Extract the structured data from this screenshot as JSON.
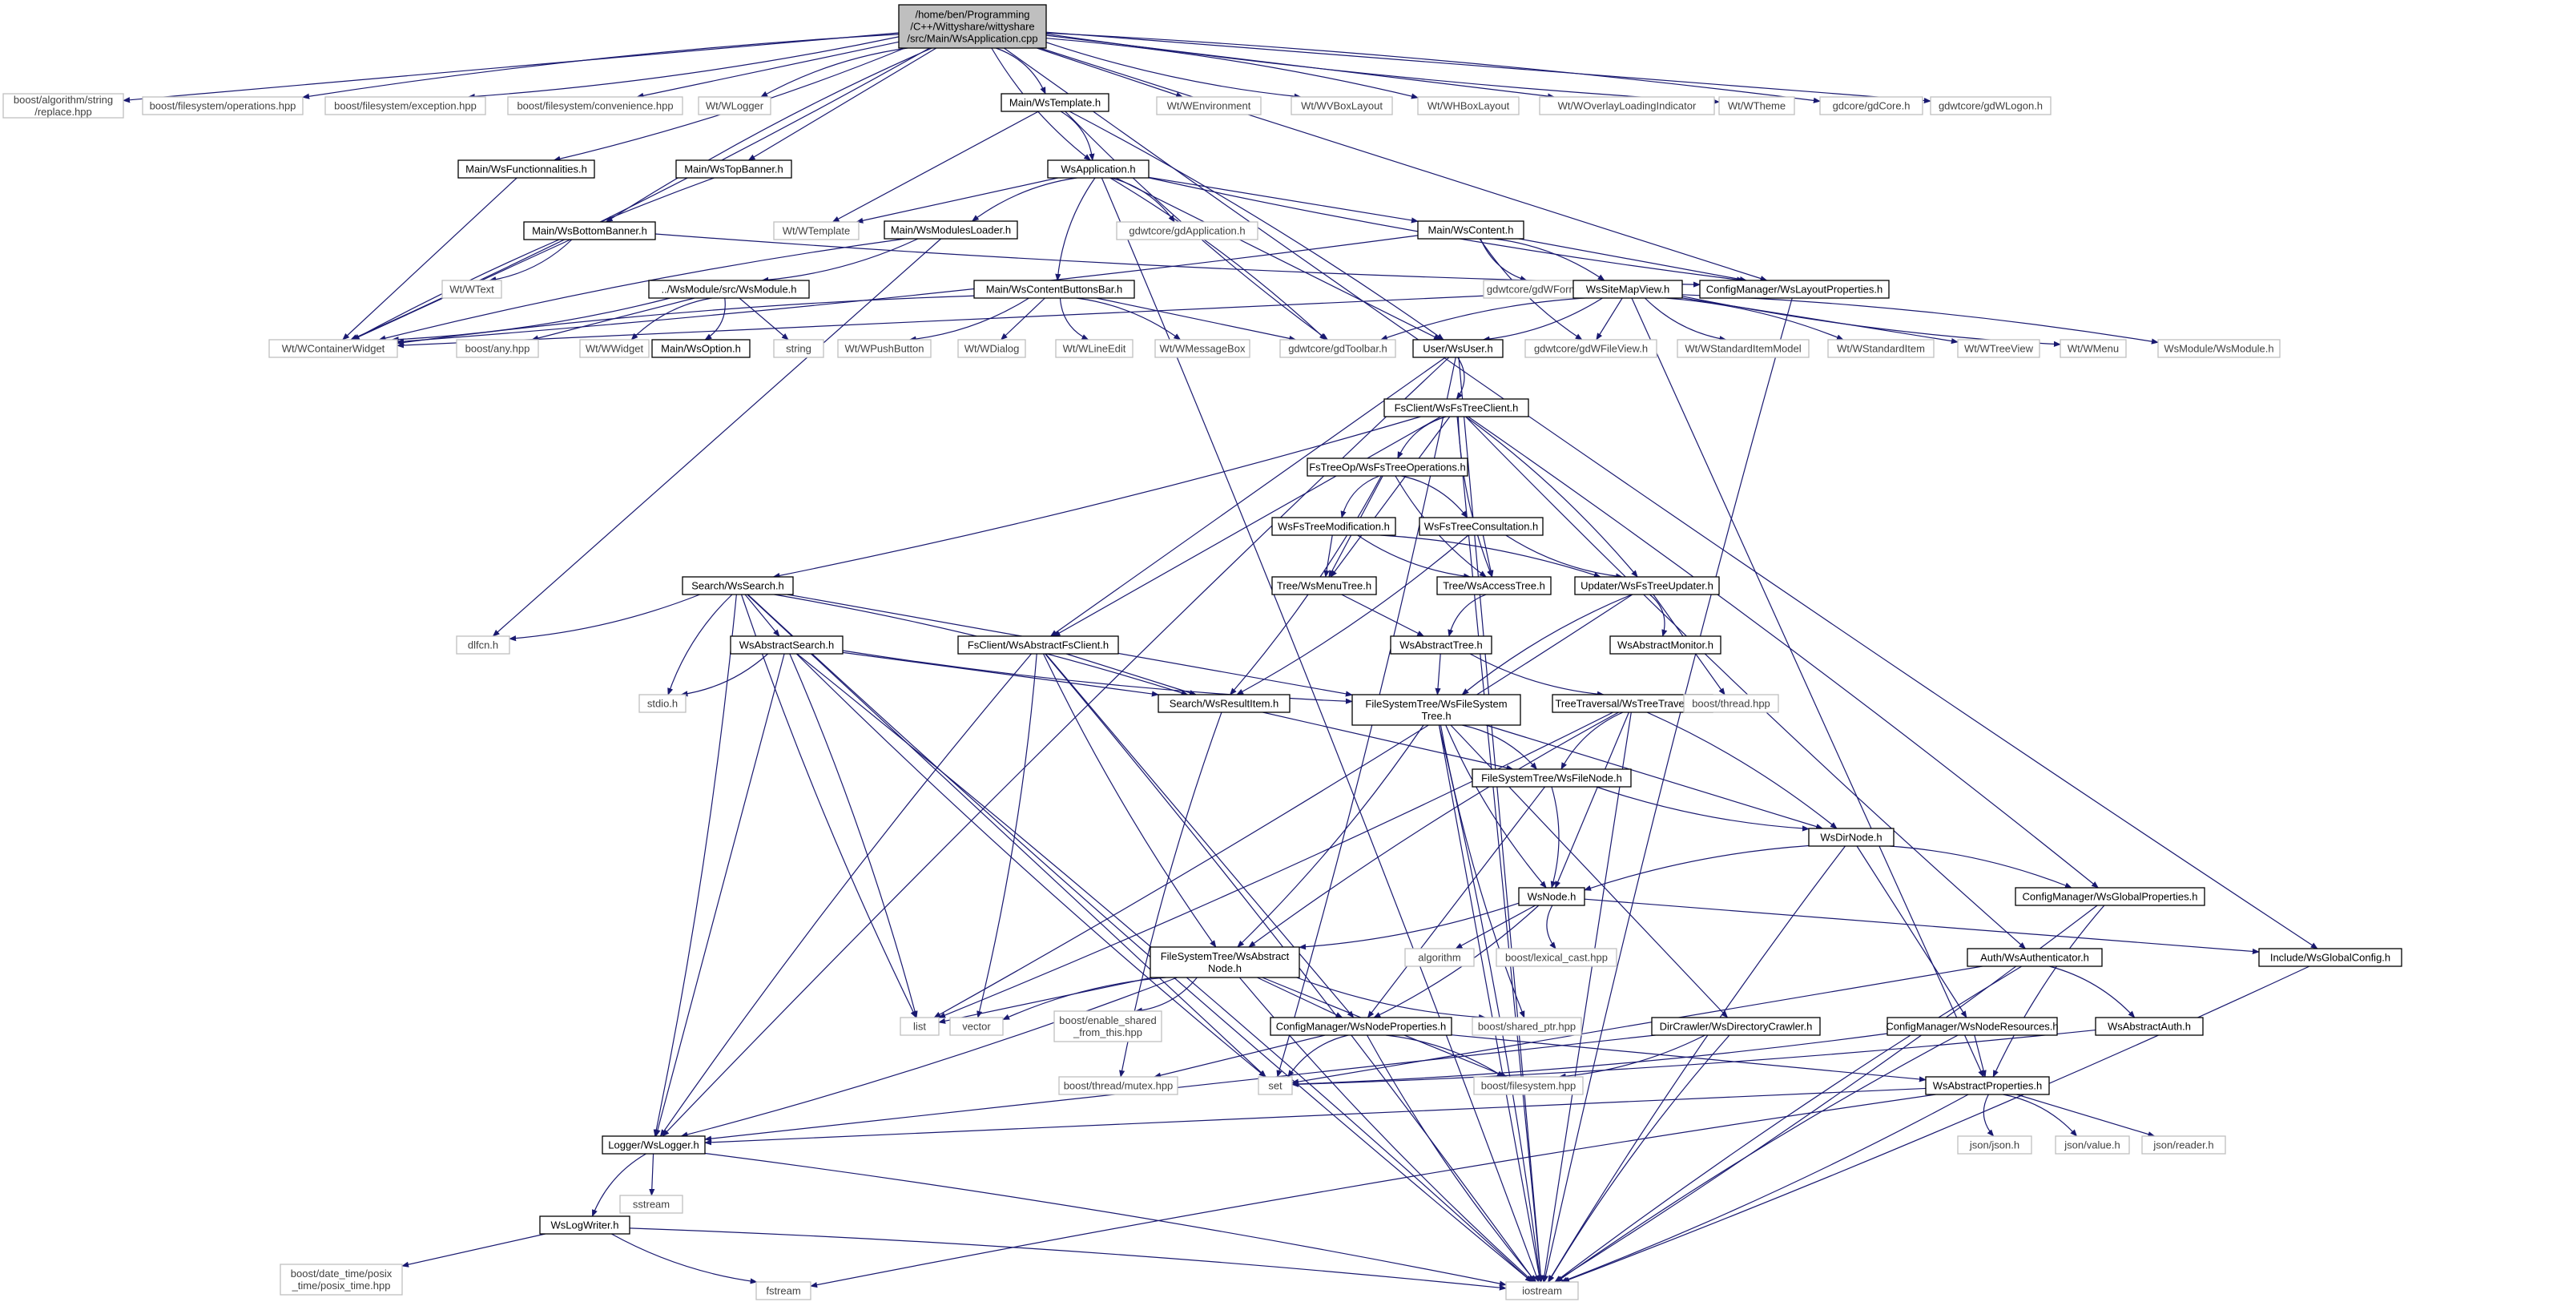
{
  "title_lines": [
    "/home/ben/Programming",
    "/C++/Wittyshare/wittyshare",
    "/src/Main/WsApplication.cpp"
  ],
  "colors": {
    "edge": "#191970",
    "root_fill": "#bfbfbf",
    "ghost_border": "#bfbfbf",
    "solid_border": "#000000"
  },
  "nodes": [
    {
      "id": "root",
      "lines": [
        "/home/ben/Programming",
        "/C++/Wittyshare/wittyshare",
        "/src/Main/WsApplication.cpp"
      ],
      "kind": "root"
    },
    {
      "id": "boost_replace",
      "lines": [
        "boost/algorithm/string",
        "/replace.hpp"
      ],
      "kind": "ghost"
    },
    {
      "id": "boost_fs_ops",
      "lines": [
        "boost/filesystem/operations.hpp"
      ],
      "kind": "ghost"
    },
    {
      "id": "boost_fs_exc",
      "lines": [
        "boost/filesystem/exception.hpp"
      ],
      "kind": "ghost"
    },
    {
      "id": "boost_fs_conv",
      "lines": [
        "boost/filesystem/convenience.hpp"
      ],
      "kind": "ghost"
    },
    {
      "id": "wlogger",
      "lines": [
        "Wt/WLogger"
      ],
      "kind": "ghost"
    },
    {
      "id": "main_wstemplate",
      "lines": [
        "Main/WsTemplate.h"
      ],
      "kind": "solid"
    },
    {
      "id": "wenvironment",
      "lines": [
        "Wt/WEnvironment"
      ],
      "kind": "ghost"
    },
    {
      "id": "wvboxlayout",
      "lines": [
        "Wt/WVBoxLayout"
      ],
      "kind": "ghost"
    },
    {
      "id": "whboxlayout",
      "lines": [
        "Wt/WHBoxLayout"
      ],
      "kind": "ghost"
    },
    {
      "id": "woverlay",
      "lines": [
        "Wt/WOverlayLoadingIndicator"
      ],
      "kind": "ghost"
    },
    {
      "id": "wtheme",
      "lines": [
        "Wt/WTheme"
      ],
      "kind": "ghost"
    },
    {
      "id": "gdcore",
      "lines": [
        "gdcore/gdCore.h"
      ],
      "kind": "ghost"
    },
    {
      "id": "gdwlogon",
      "lines": [
        "gdwtcore/gdWLogon.h"
      ],
      "kind": "ghost"
    },
    {
      "id": "wsapplication",
      "lines": [
        "WsApplication.h"
      ],
      "kind": "solid"
    },
    {
      "id": "main_functionalities",
      "lines": [
        "Main/WsFunctionnalities.h"
      ],
      "kind": "solid"
    },
    {
      "id": "main_topbanner",
      "lines": [
        "Main/WsTopBanner.h"
      ],
      "kind": "solid"
    },
    {
      "id": "wtemplate",
      "lines": [
        "Wt/WTemplate"
      ],
      "kind": "ghost"
    },
    {
      "id": "modulesloader",
      "lines": [
        "Main/WsModulesLoader.h"
      ],
      "kind": "solid"
    },
    {
      "id": "gdapplication",
      "lines": [
        "gdwtcore/gdApplication.h"
      ],
      "kind": "ghost"
    },
    {
      "id": "wscontent",
      "lines": [
        "Main/WsContent.h"
      ],
      "kind": "solid"
    },
    {
      "id": "bottombanner",
      "lines": [
        "Main/WsBottomBanner.h"
      ],
      "kind": "solid"
    },
    {
      "id": "wtext",
      "lines": [
        "Wt/WText"
      ],
      "kind": "ghost"
    },
    {
      "id": "wsmodule",
      "lines": [
        "../WsModule/src/WsModule.h"
      ],
      "kind": "solid"
    },
    {
      "id": "contentbuttonsbar",
      "lines": [
        "Main/WsContentButtonsBar.h"
      ],
      "kind": "solid"
    },
    {
      "id": "gdwform",
      "lines": [
        "gdwtcore/gdWForm.h"
      ],
      "kind": "ghost"
    },
    {
      "id": "sitemapview",
      "lines": [
        "WsSiteMapView.h"
      ],
      "kind": "solid"
    },
    {
      "id": "layoutprops",
      "lines": [
        "ConfigManager/WsLayoutProperties.h"
      ],
      "kind": "solid"
    },
    {
      "id": "wcontainerwidget",
      "lines": [
        "Wt/WContainerWidget"
      ],
      "kind": "ghost"
    },
    {
      "id": "boost_any",
      "lines": [
        "boost/any.hpp"
      ],
      "kind": "ghost"
    },
    {
      "id": "wwidget",
      "lines": [
        "Wt/WWidget"
      ],
      "kind": "ghost"
    },
    {
      "id": "wsoption",
      "lines": [
        "Main/WsOption.h"
      ],
      "kind": "solid"
    },
    {
      "id": "string",
      "lines": [
        "string"
      ],
      "kind": "ghost"
    },
    {
      "id": "wpushbutton",
      "lines": [
        "Wt/WPushButton"
      ],
      "kind": "ghost"
    },
    {
      "id": "wdialog",
      "lines": [
        "Wt/WDialog"
      ],
      "kind": "ghost"
    },
    {
      "id": "wlineedit",
      "lines": [
        "Wt/WLineEdit"
      ],
      "kind": "ghost"
    },
    {
      "id": "wmessagebox",
      "lines": [
        "Wt/WMessageBox"
      ],
      "kind": "ghost"
    },
    {
      "id": "gdtoolbar",
      "lines": [
        "gdwtcore/gdToolbar.h"
      ],
      "kind": "ghost"
    },
    {
      "id": "wsuser",
      "lines": [
        "User/WsUser.h"
      ],
      "kind": "solid"
    },
    {
      "id": "gdwfileview",
      "lines": [
        "gdwtcore/gdWFileView.h"
      ],
      "kind": "ghost"
    },
    {
      "id": "wstandarditemmodel",
      "lines": [
        "Wt/WStandardItemModel"
      ],
      "kind": "ghost"
    },
    {
      "id": "wstandarditem",
      "lines": [
        "Wt/WStandardItem"
      ],
      "kind": "ghost"
    },
    {
      "id": "wtreeview",
      "lines": [
        "Wt/WTreeView"
      ],
      "kind": "ghost"
    },
    {
      "id": "wmenu",
      "lines": [
        "Wt/WMenu"
      ],
      "kind": "ghost"
    },
    {
      "id": "wsmodule_h",
      "lines": [
        "WsModule/WsModule.h"
      ],
      "kind": "ghost"
    },
    {
      "id": "fstreeclient",
      "lines": [
        "FsClient/WsFsTreeClient.h"
      ],
      "kind": "solid"
    },
    {
      "id": "fstreeops",
      "lines": [
        "FsTreeOp/WsFsTreeOperations.h"
      ],
      "kind": "solid"
    },
    {
      "id": "fstreemod",
      "lines": [
        "WsFsTreeModification.h"
      ],
      "kind": "solid"
    },
    {
      "id": "fstreecons",
      "lines": [
        "WsFsTreeConsultation.h"
      ],
      "kind": "solid"
    },
    {
      "id": "wssearch",
      "lines": [
        "Search/WsSearch.h"
      ],
      "kind": "solid"
    },
    {
      "id": "menutree",
      "lines": [
        "Tree/WsMenuTree.h"
      ],
      "kind": "solid"
    },
    {
      "id": "accesstree",
      "lines": [
        "Tree/WsAccessTree.h"
      ],
      "kind": "solid"
    },
    {
      "id": "fstreeupdater",
      "lines": [
        "Updater/WsFsTreeUpdater.h"
      ],
      "kind": "solid"
    },
    {
      "id": "dlfcn",
      "lines": [
        "dlfcn.h"
      ],
      "kind": "ghost"
    },
    {
      "id": "abstractsearch",
      "lines": [
        "WsAbstractSearch.h"
      ],
      "kind": "solid"
    },
    {
      "id": "abstractfsclient",
      "lines": [
        "FsClient/WsAbstractFsClient.h"
      ],
      "kind": "solid"
    },
    {
      "id": "abstracttree",
      "lines": [
        "WsAbstractTree.h"
      ],
      "kind": "solid"
    },
    {
      "id": "abstractmonitor",
      "lines": [
        "WsAbstractMonitor.h"
      ],
      "kind": "solid"
    },
    {
      "id": "stdio",
      "lines": [
        "stdio.h"
      ],
      "kind": "ghost"
    },
    {
      "id": "resultitem",
      "lines": [
        "Search/WsResultItem.h"
      ],
      "kind": "solid"
    },
    {
      "id": "filesystemtree",
      "lines": [
        "FileSystemTree/WsFileSystem",
        "Tree.h"
      ],
      "kind": "solid"
    },
    {
      "id": "treetraversal",
      "lines": [
        "TreeTraversal/WsTreeTraversal.h"
      ],
      "kind": "solid"
    },
    {
      "id": "boost_thread",
      "lines": [
        "boost/thread.hpp"
      ],
      "kind": "ghost"
    },
    {
      "id": "filenode",
      "lines": [
        "FileSystemTree/WsFileNode.h"
      ],
      "kind": "solid"
    },
    {
      "id": "dirnode",
      "lines": [
        "WsDirNode.h"
      ],
      "kind": "solid"
    },
    {
      "id": "wsnode",
      "lines": [
        "WsNode.h"
      ],
      "kind": "solid"
    },
    {
      "id": "globalprops",
      "lines": [
        "ConfigManager/WsGlobalProperties.h"
      ],
      "kind": "solid"
    },
    {
      "id": "algorithm",
      "lines": [
        "algorithm"
      ],
      "kind": "ghost"
    },
    {
      "id": "lexical_cast",
      "lines": [
        "boost/lexical_cast.hpp"
      ],
      "kind": "ghost"
    },
    {
      "id": "abstractnode",
      "lines": [
        "FileSystemTree/WsAbstract",
        "Node.h"
      ],
      "kind": "solid"
    },
    {
      "id": "authenticator",
      "lines": [
        "Auth/WsAuthenticator.h"
      ],
      "kind": "solid"
    },
    {
      "id": "globalconfig",
      "lines": [
        "Include/WsGlobalConfig.h"
      ],
      "kind": "solid"
    },
    {
      "id": "list",
      "lines": [
        "list"
      ],
      "kind": "ghost"
    },
    {
      "id": "vector",
      "lines": [
        "vector"
      ],
      "kind": "ghost"
    },
    {
      "id": "enable_shared",
      "lines": [
        "boost/enable_shared",
        "_from_this.hpp"
      ],
      "kind": "ghost"
    },
    {
      "id": "nodeprops",
      "lines": [
        "ConfigManager/WsNodeProperties.h"
      ],
      "kind": "solid"
    },
    {
      "id": "shared_ptr",
      "lines": [
        "boost/shared_ptr.hpp"
      ],
      "kind": "ghost"
    },
    {
      "id": "dircrawler",
      "lines": [
        "DirCrawler/WsDirectoryCrawler.h"
      ],
      "kind": "solid"
    },
    {
      "id": "noderesources",
      "lines": [
        "ConfigManager/WsNodeResources.h"
      ],
      "kind": "solid"
    },
    {
      "id": "abstractauth",
      "lines": [
        "WsAbstractAuth.h"
      ],
      "kind": "solid"
    },
    {
      "id": "mutex",
      "lines": [
        "boost/thread/mutex.hpp"
      ],
      "kind": "ghost"
    },
    {
      "id": "set",
      "lines": [
        "set"
      ],
      "kind": "ghost"
    },
    {
      "id": "boost_filesystem",
      "lines": [
        "boost/filesystem.hpp"
      ],
      "kind": "ghost"
    },
    {
      "id": "abstractprops",
      "lines": [
        "WsAbstractProperties.h"
      ],
      "kind": "solid"
    },
    {
      "id": "logger",
      "lines": [
        "Logger/WsLogger.h"
      ],
      "kind": "solid"
    },
    {
      "id": "json_json",
      "lines": [
        "json/json.h"
      ],
      "kind": "ghost"
    },
    {
      "id": "json_value",
      "lines": [
        "json/value.h"
      ],
      "kind": "ghost"
    },
    {
      "id": "json_reader",
      "lines": [
        "json/reader.h"
      ],
      "kind": "ghost"
    },
    {
      "id": "sstream",
      "lines": [
        "sstream"
      ],
      "kind": "ghost"
    },
    {
      "id": "logwriter",
      "lines": [
        "WsLogWriter.h"
      ],
      "kind": "solid"
    },
    {
      "id": "posix_time",
      "lines": [
        "boost/date_time/posix",
        "_time/posix_time.hpp"
      ],
      "kind": "ghost"
    },
    {
      "id": "fstream",
      "lines": [
        "fstream"
      ],
      "kind": "ghost"
    },
    {
      "id": "iostream",
      "lines": [
        "iostream"
      ],
      "kind": "ghost"
    }
  ]
}
